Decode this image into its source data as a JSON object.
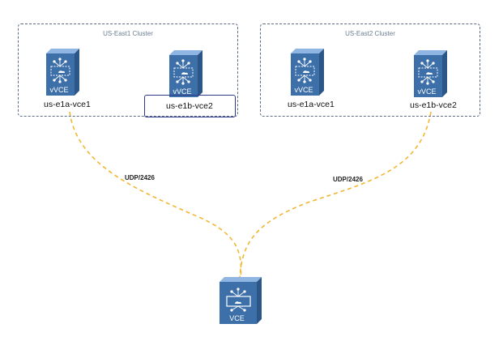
{
  "clusters": {
    "east1": {
      "title": "US-East1 Cluster"
    },
    "east2": {
      "title": "US-East2 Cluster"
    }
  },
  "nodes": {
    "e1_vce1": {
      "name": "us-e1a-vce1",
      "device_label": "vVCE"
    },
    "e1_vce2": {
      "name": "us-e1b-vce2",
      "device_label": "vVCE"
    },
    "e2_vce1": {
      "name": "us-e1a-vce1",
      "device_label": "vVCE"
    },
    "e2_vce2": {
      "name": "us-e1b-vce2",
      "device_label": "vVCE"
    },
    "hub": {
      "device_label": "VCE"
    }
  },
  "links": {
    "left": {
      "label": "UDP/2426"
    },
    "right": {
      "label": "UDP/2426"
    }
  },
  "colors": {
    "device_top": "#6f9fd3",
    "device_face": "#3d6fa8",
    "link": "#f2b632",
    "cluster_border": "#5a6b82"
  }
}
